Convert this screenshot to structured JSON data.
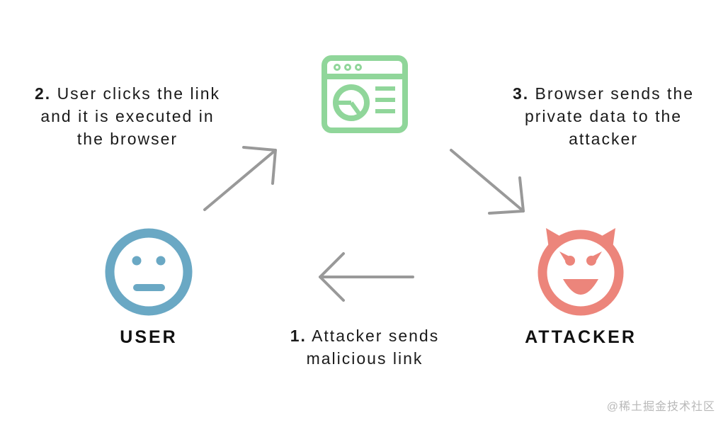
{
  "nodes": {
    "user": {
      "label": "USER",
      "color": "#6aa8c4"
    },
    "browser": {
      "color": "#90d69a"
    },
    "attacker": {
      "label": "ATTACKER",
      "color": "#ec857b"
    }
  },
  "steps": [
    {
      "number": "1.",
      "text_line1": "Attacker sends",
      "text_line2": "malicious link"
    },
    {
      "number": "2.",
      "text_line1": "User clicks the link",
      "text_line2": "and it is executed in",
      "text_line3": "the browser"
    },
    {
      "number": "3.",
      "text_line1": "Browser sends the",
      "text_line2": "private data to the",
      "text_line3": "attacker"
    }
  ],
  "arrow_color": "#999999",
  "watermark": "@稀土掘金技术社区"
}
